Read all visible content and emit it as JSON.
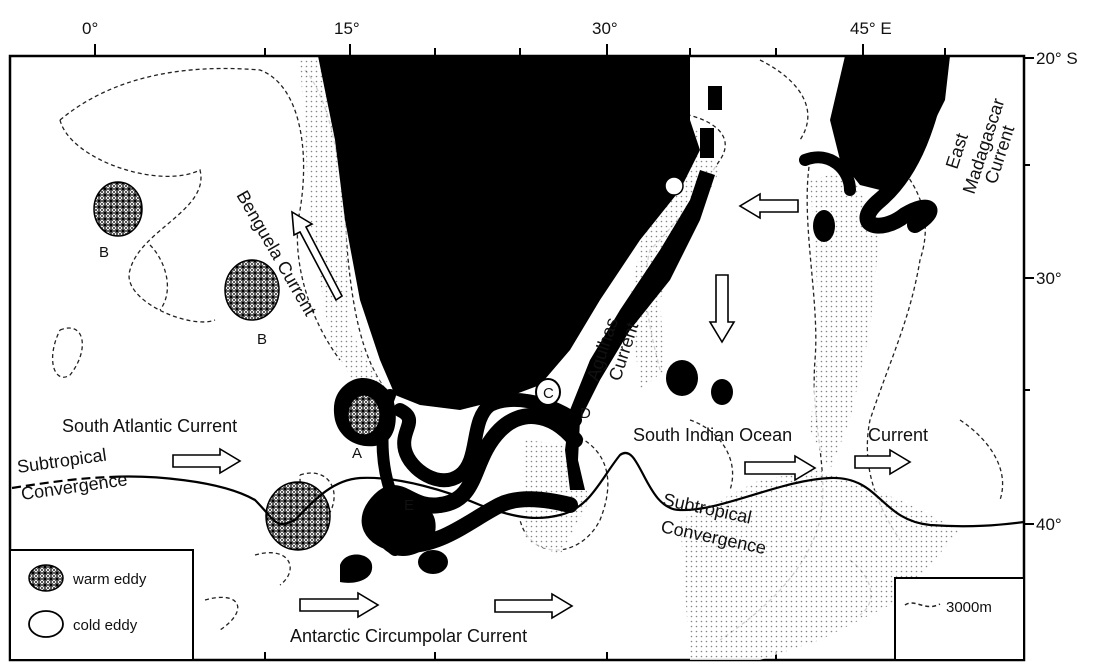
{
  "axes": {
    "top_ticks": [
      "0°",
      "15°",
      "30°",
      "45° E"
    ],
    "right_ticks": [
      "20° S",
      "30°",
      "40°"
    ]
  },
  "labels": {
    "benguela": "Benguela Current",
    "agulhas_1": "Agulhas",
    "agulhas_2": "Current",
    "east_mad_1": "East",
    "east_mad_2": "Madagascar",
    "east_mad_3": "Current",
    "south_atlantic": "South Atlantic Current",
    "subtrop_w_1": "Subtropical",
    "subtrop_w_2": "Convergence",
    "south_indian": "South Indian Ocean",
    "south_indian_current": "Current",
    "subtrop_e_1": "Subtropical",
    "subtrop_e_2": "Convergence",
    "antarctic": "Antarctic Circumpolar Current"
  },
  "eddy_letters": {
    "a": "A",
    "b1": "B",
    "b2": "B",
    "c": "C",
    "d": "D",
    "e": "E"
  },
  "legend": {
    "warm": "warm eddy",
    "cold": "cold eddy",
    "depth": "3000m"
  },
  "colors": {
    "land": "#000000",
    "warm_eddy_fill": "hatched",
    "cold_eddy_fill": "#ffffff"
  }
}
